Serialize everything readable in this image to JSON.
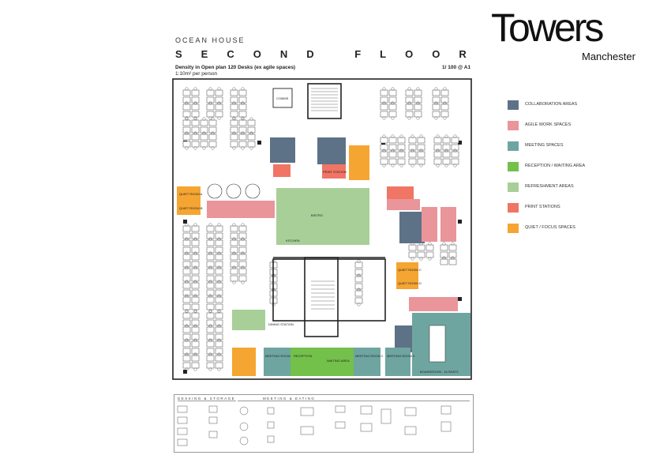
{
  "header": {
    "project": "OCEAN HOUSE",
    "floor": "SECOND FLOOR",
    "density": "Density in Open plan 120 Desks (ex agile spaces)",
    "ratio": "1:10m² per person",
    "scale": "1/ 100 @ A1"
  },
  "brand": {
    "name": "Towers",
    "city": "Manchester"
  },
  "legend": [
    {
      "label": "COLLABORATION AREAS",
      "color": "#5d7287"
    },
    {
      "label": "AGILE WORK SPACES",
      "color": "#e9959a"
    },
    {
      "label": "MEETING SPACES",
      "color": "#6fa5a0"
    },
    {
      "label": "RECEPTION / WAITING AREA",
      "color": "#73c04b"
    },
    {
      "label": "REFRESHMENT AREAS",
      "color": "#a8cf98"
    },
    {
      "label": "PRINT STATIONS",
      "color": "#f07565"
    },
    {
      "label": "QUIET / FOCUS SPACES",
      "color": "#f5a531"
    }
  ],
  "key": {
    "desking_heading": "DESKING & STORAGE",
    "meeting_heading": "MEETING & EATING"
  },
  "rooms": {
    "comms": "COMMS",
    "kitchen": "KITCHEN",
    "bistro": "BISTRO",
    "dining_station": "DINING STATION",
    "print_station": "PRINT STATION",
    "quiet_room_a": "QUIET ROOM A",
    "quiet_room_b": "QUIET ROOM B",
    "quiet_room_c": "QUIET ROOM C",
    "quiet_room_d": "QUIET ROOM D",
    "meeting_room_1": "MEETING ROOM 1",
    "reception": "RECEPTION",
    "waiting_area": "WAITING AREA",
    "meeting_room_2": "MEETING ROOM 2",
    "meeting_room_3": "MEETING ROOM 3",
    "boardroom": "BOARDROOM - 16 SEATS"
  }
}
